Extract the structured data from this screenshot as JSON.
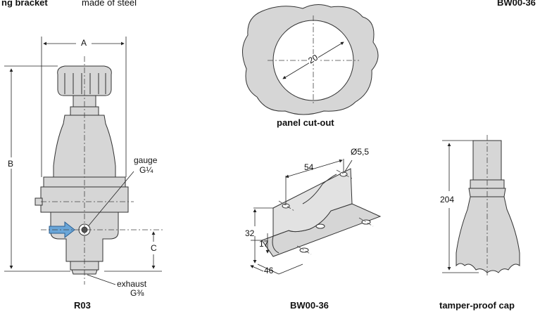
{
  "header": {
    "bracket_title": "ng bracket",
    "bracket_material": "made of steel",
    "right_code": "BW00-36"
  },
  "regulator": {
    "dim_a": "A",
    "dim_b": "B",
    "dim_c": "C",
    "gauge_label": "gauge",
    "gauge_thread": "G¼",
    "exhaust_label": "exhaust",
    "exhaust_thread": "G⅜",
    "caption": "R03",
    "colors": {
      "arrow": "#6aa6d8",
      "body": "#d6d6d6"
    }
  },
  "panel": {
    "diameter": "20",
    "caption": "panel cut-out"
  },
  "bracket": {
    "hole_dia": "Ø5,5",
    "dim_54": "54",
    "dim_32": "32",
    "dim_17": "17",
    "dim_46": "46",
    "caption": "BW00-36"
  },
  "cap": {
    "dim_204": "204",
    "caption": "tamper-proof cap"
  }
}
